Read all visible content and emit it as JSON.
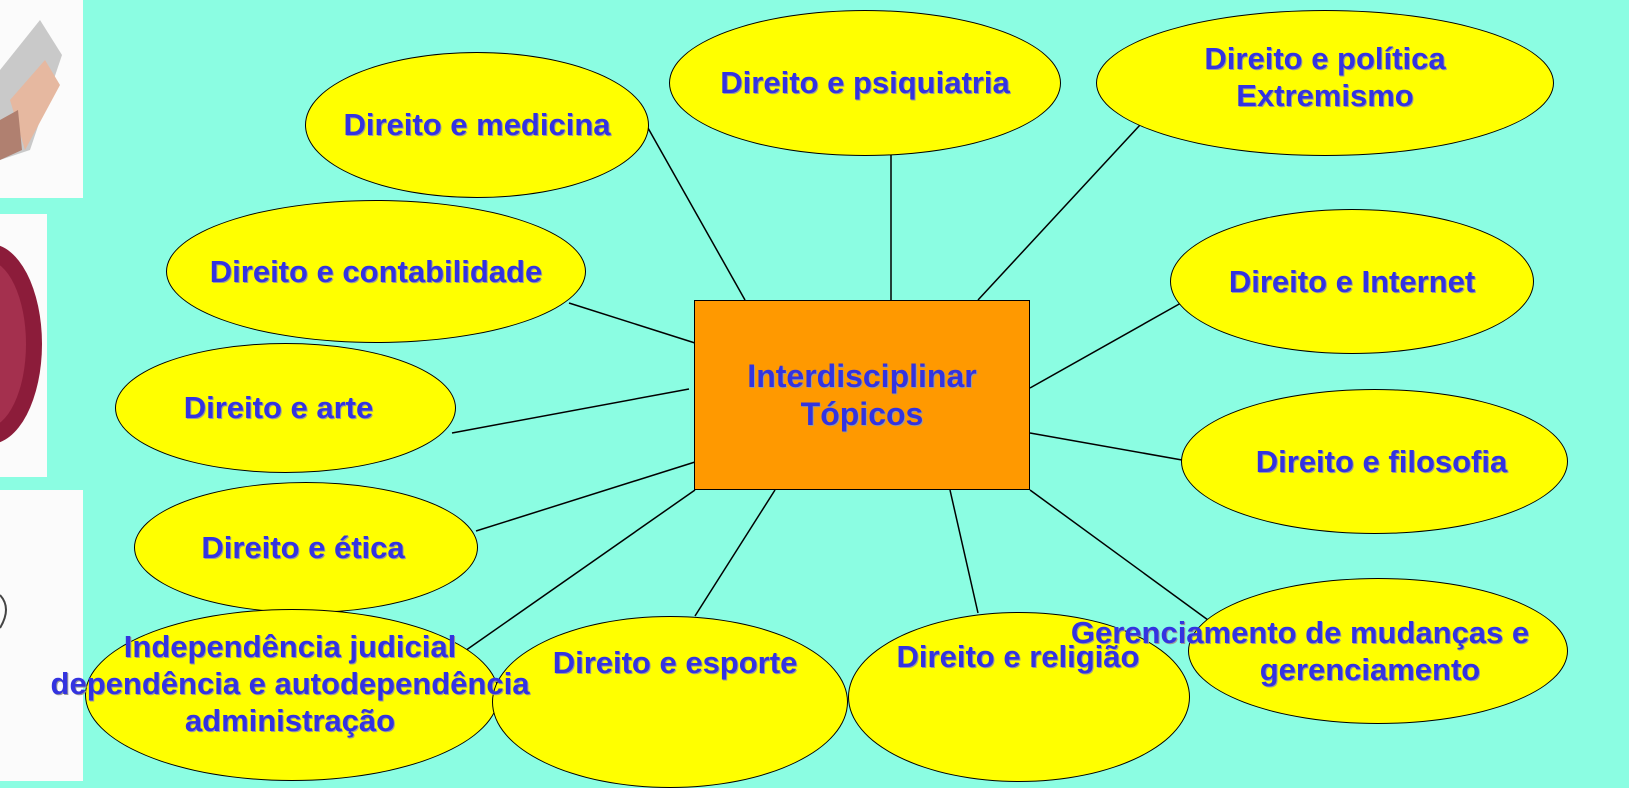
{
  "center": {
    "line1": "Interdisciplinar",
    "line2": "Tópicos"
  },
  "topics": [
    {
      "label": "Direito e medicina"
    },
    {
      "label": "Direito e psiquiatria"
    },
    {
      "label_line1": "Direito e política",
      "label_line2": "Extremismo"
    },
    {
      "label": "Direito e contabilidade"
    },
    {
      "label": "Direito e Internet"
    },
    {
      "label": "Direito e arte"
    },
    {
      "label": "Direito e filosofia"
    },
    {
      "label": "Direito e ética"
    },
    {
      "label_line1": "Independência judicial",
      "label_line2": "dependência e autodependência",
      "label_line3": "administração"
    },
    {
      "label": "Direito e esporte"
    },
    {
      "label": "Direito e religião"
    },
    {
      "label_line1": "Gerenciamento de mudanças e",
      "label_line2": "gerenciamento"
    }
  ],
  "colors": {
    "background": "#8bfde2",
    "ellipse": "#ffff00",
    "center": "#ff9900",
    "text": "#3333e0"
  }
}
